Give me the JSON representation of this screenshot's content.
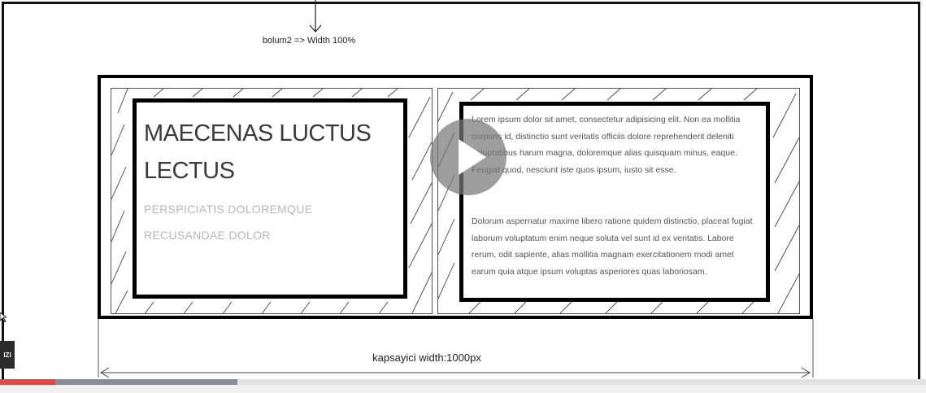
{
  "slide": {
    "top_label": "bolum2 => Width 100%",
    "left_column": {
      "title": "MAECENAS LUCTUS LECTUS",
      "subtitle": "PERSPICIATIS DOLOREMQUE RECUSANDAE DOLOR"
    },
    "right_column": {
      "paragraph_1": "Lorem ipsum dolor sit amet, consectetur adipisicing elit. Non ea mollitia corporis id, distinctio sunt veritatis officiis dolore reprehenderit deleniti voluptatibus harum magna, doloremque alias quisquam minus, eaque. Feugiat quod, nesciunt iste quos ipsum, iusto sit esse.",
      "paragraph_2": "Dolorum aspernatur maxime libero ratione quidem distinctio, placeat fugiat laborum voluptatum enim neque soluta vel sunt id ex veritatis. Labore rerum, odit sapiente, alias mollitia magnam exercitationem modi amet earum quia atque ipsum voluptas asperiores quas laboriosam."
    },
    "bottom_label": "kapsayici width:1000px"
  },
  "player": {
    "play_icon": "play-icon",
    "side_badge_text": "IZI",
    "played_fraction": 0.06,
    "buffered_fraction": 0.256,
    "colors": {
      "played": "#e0494a",
      "buffered": "#8b8b9a",
      "track": "#e3e3e3"
    }
  }
}
